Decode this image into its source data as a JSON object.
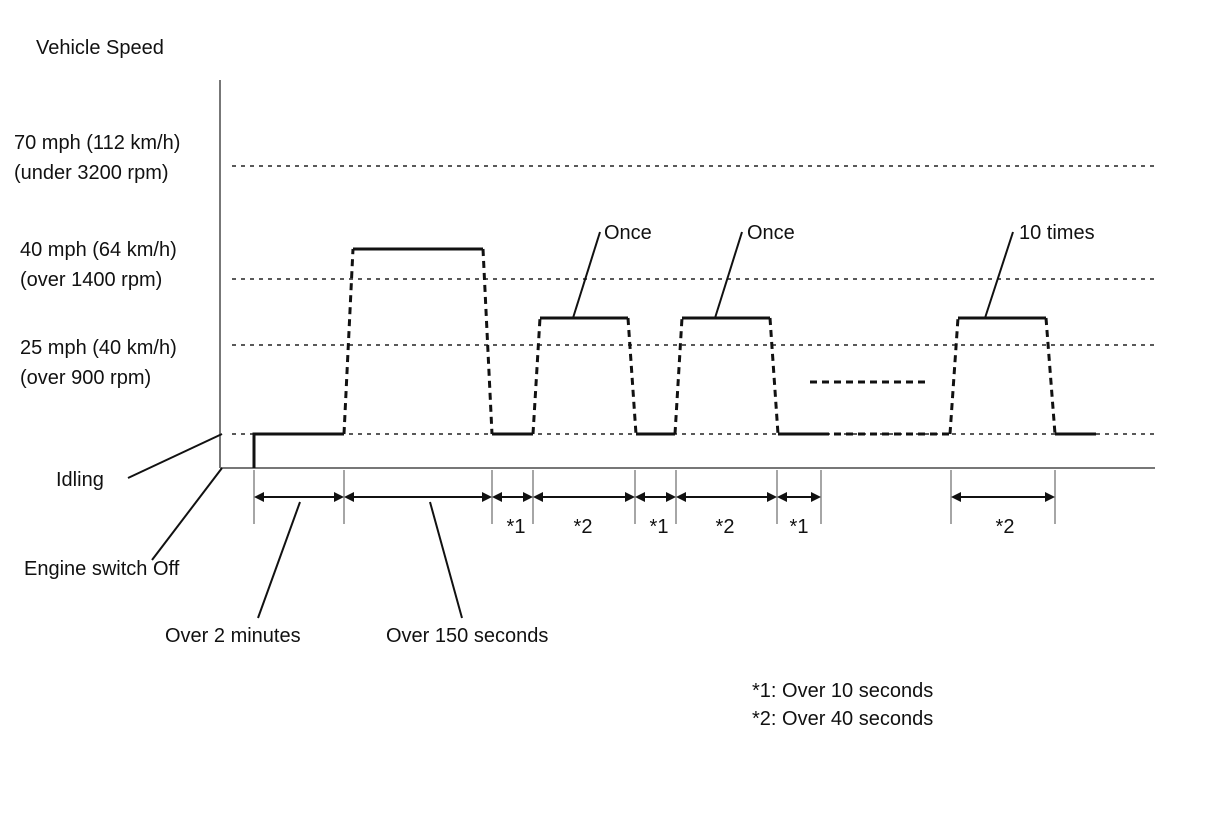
{
  "diagram": {
    "y_axis_title": "Vehicle Speed",
    "speed_levels": [
      {
        "speed": "70 mph (112 km/h)",
        "condition": "(under 3200 rpm)"
      },
      {
        "speed": "40 mph (64 km/h)",
        "condition": "(over 1400 rpm)"
      },
      {
        "speed": "25 mph (40 km/h)",
        "condition": "(over 900 rpm)"
      }
    ],
    "idling_label": "Idling",
    "engine_off_label": "Engine switch Off",
    "repeat_labels": [
      "Once",
      "Once",
      "10 times"
    ],
    "interval_marks": [
      "*1",
      "*2",
      "*1",
      "*2",
      "*1",
      "*2"
    ],
    "duration_labels": [
      "Over 2 minutes",
      "Over 150 seconds"
    ],
    "notes": [
      "*1: Over 10 seconds",
      "*2: Over 40 seconds"
    ]
  }
}
